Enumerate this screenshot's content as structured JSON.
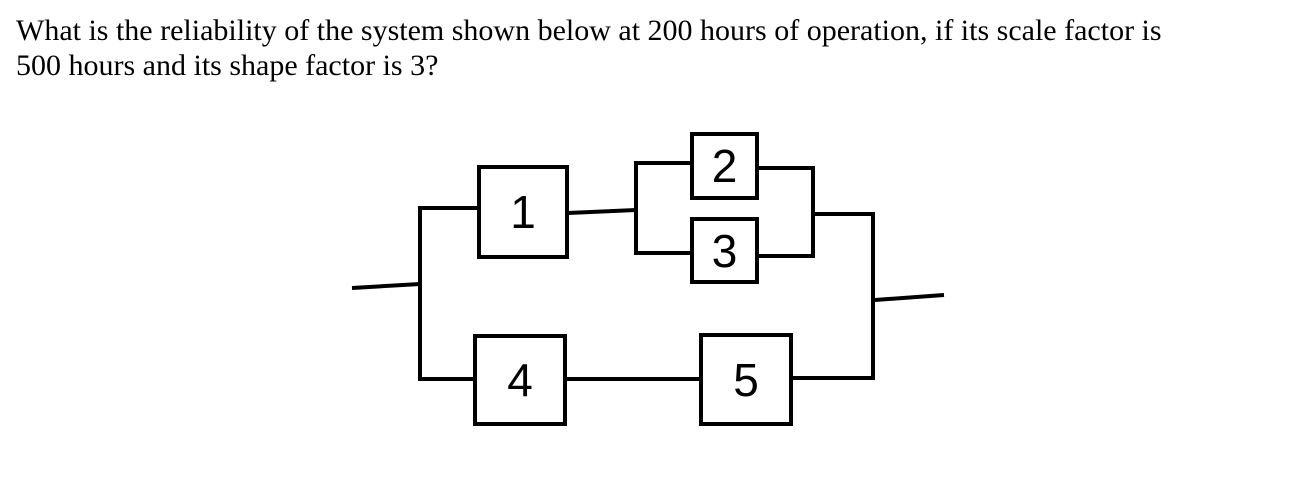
{
  "question": {
    "lines": [
      "What is the reliability of the system shown below at 200 hours of operation, if its scale factor is",
      "500 hours and its shape factor is 3?"
    ]
  },
  "diagram": {
    "description": "Reliability block diagram: series-parallel system",
    "blocks": [
      {
        "label": "1"
      },
      {
        "label": "2"
      },
      {
        "label": "3"
      },
      {
        "label": "4"
      },
      {
        "label": "5"
      }
    ],
    "line_color": "#000000",
    "background_color": "#ffffff"
  }
}
